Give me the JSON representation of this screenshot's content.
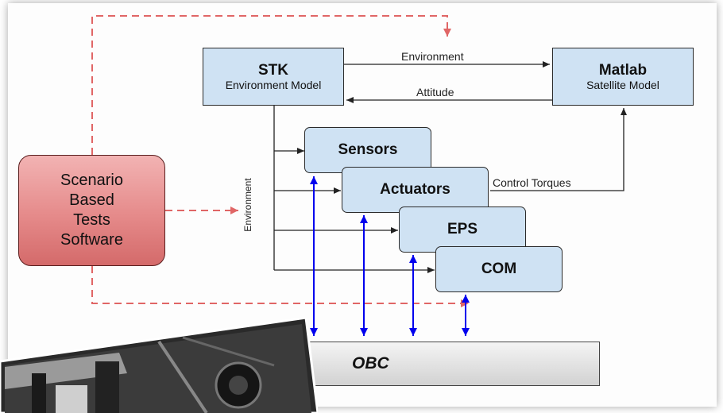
{
  "diagram": {
    "stk": {
      "title": "STK",
      "subtitle": "Environment Model"
    },
    "matlab": {
      "title": "Matlab",
      "subtitle": "Satellite Model"
    },
    "sensors": "Sensors",
    "actuators": "Actuators",
    "eps": "EPS",
    "com": "COM",
    "obc": "OBC",
    "scenario": {
      "line1": "Scenario",
      "line2": "Based",
      "line3": "Tests",
      "line4": "Software"
    },
    "edges": {
      "environment_top": "Environment",
      "attitude": "Attitude",
      "control_torques": "Control Torques",
      "environment_vertical": "Environment"
    }
  },
  "colors": {
    "box_fill": "#cfe2f3",
    "scenario_fill": "#e58a8a",
    "dashed_arrow": "#e06666",
    "bidirectional_arrow": "#0000ee",
    "obc_fill": "#e0e0e0"
  }
}
